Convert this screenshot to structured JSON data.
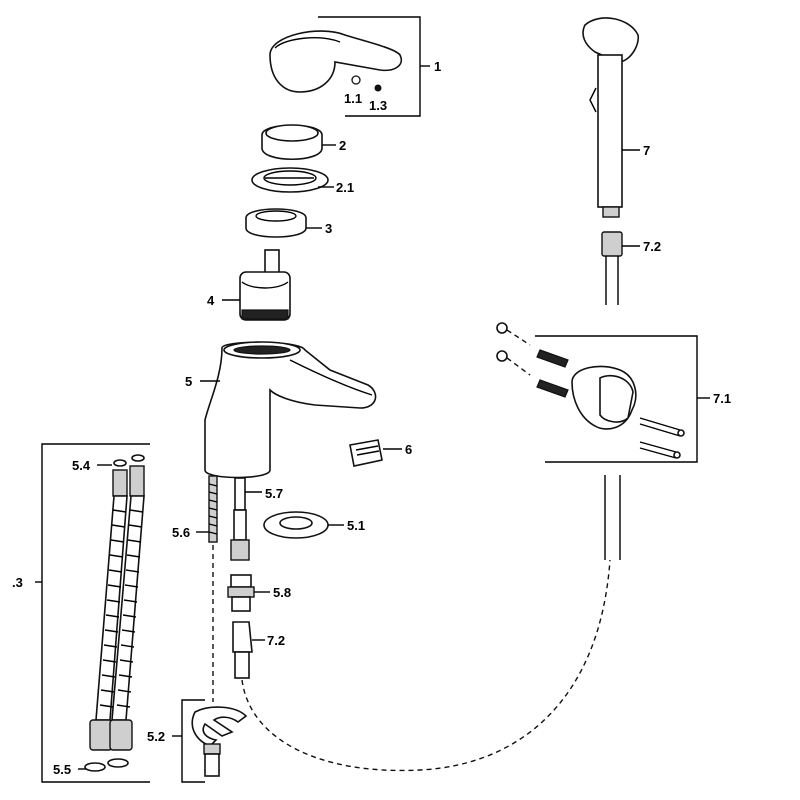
{
  "labels": {
    "l1": "1",
    "l1_1": "1.1",
    "l1_3": "1.3",
    "l2": "2",
    "l2_1": "2.1",
    "l3": "3",
    "l4": "4",
    "l5": "5",
    "l5_1": "5.1",
    "l5_2": "5.2",
    "l5_3": ".3",
    "l5_4": "5.4",
    "l5_5": "5.5",
    "l5_6": "5.6",
    "l5_7": "5.7",
    "l5_8": "5.8",
    "l6": "6",
    "l7": "7",
    "l7_1": "7.1",
    "l7_2a": "7.2",
    "l7_2b": "7.2"
  },
  "icons": [
    "handle",
    "cover-ring",
    "spacer",
    "nut",
    "cartridge",
    "faucet-body",
    "aerator",
    "hand-shower",
    "wall-bracket",
    "supply-hoses",
    "hose-connector",
    "fixing-plate"
  ]
}
